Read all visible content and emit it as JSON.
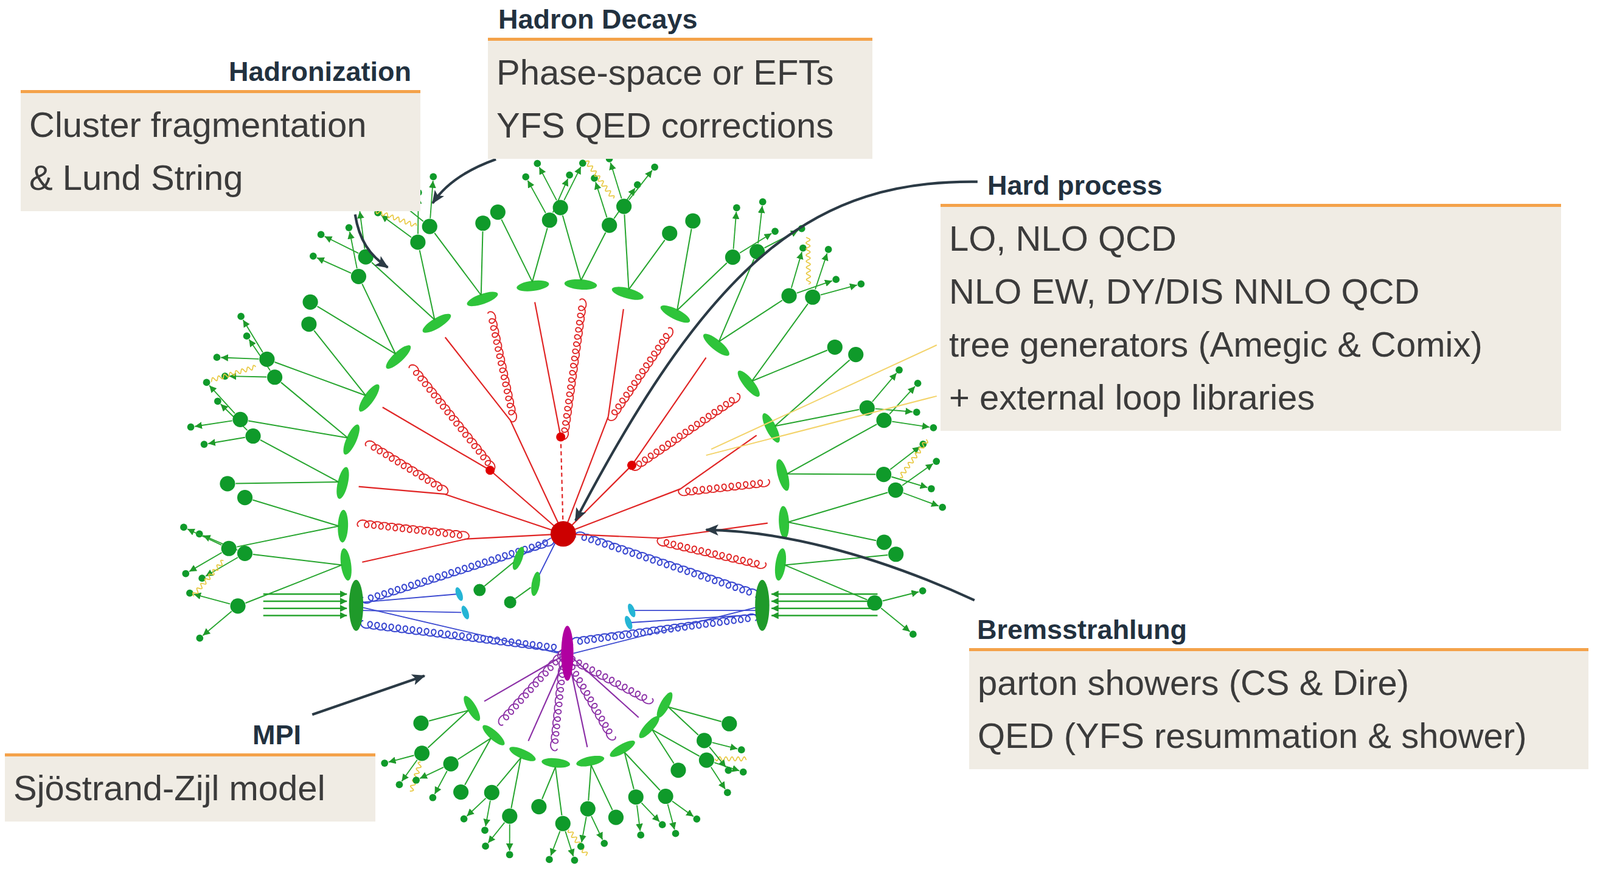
{
  "diagram": {
    "nodes": [
      {
        "text": [
          "Hadron Decays",
          "Phase-space or EFTs",
          "YFS QED corrections"
        ]
      },
      {
        "text": [
          "Hadronization",
          "Cluster fragmentation & Lund String"
        ]
      },
      {
        "text": [
          "Hard process",
          "LO, NLO QCD",
          "NLO EW, DY/DIS NNLO QCD",
          "tree generators (Amegic & Comix)",
          "+ external loop libraries"
        ]
      },
      {
        "text": [
          "Bremsstrahlung",
          "parton showers (CS & Dire)",
          "QED (YFS resummation & shower)"
        ]
      },
      {
        "text": [
          "MPI",
          "Sjöstrand-Zijl model"
        ]
      }
    ]
  }
}
